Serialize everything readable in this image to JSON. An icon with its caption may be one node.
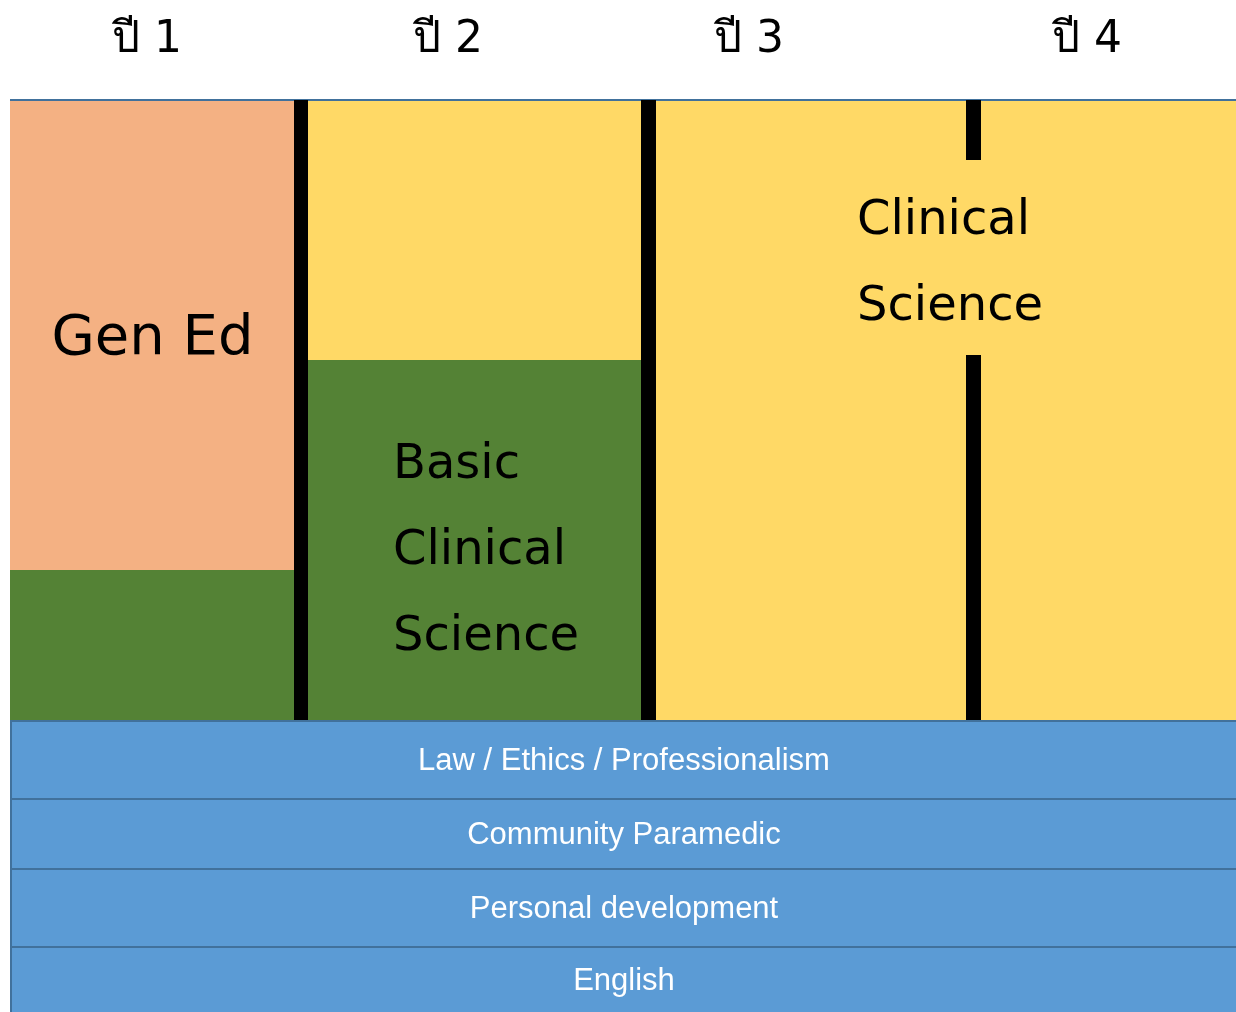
{
  "diagram": {
    "nodes": [
      {
        "text": [
          "Gen Ed"
        ]
      },
      {
        "text": [],
        "shape": "box"
      },
      {
        "text": [],
        "shape": "box"
      },
      {
        "text": [
          "Basic Clinical Science"
        ]
      },
      {
        "text": [
          "Clinical Science"
        ]
      },
      {
        "text": [
          "Law / Ethics / Professionalism"
        ]
      },
      {
        "text": [
          "Community Paramedic"
        ]
      },
      {
        "text": [
          "Personal development"
        ]
      },
      {
        "text": [
          "English"
        ]
      }
    ],
    "labels": [
      "ปี 1",
      "ปี 2",
      "ปี 3",
      "ปี 4"
    ]
  }
}
